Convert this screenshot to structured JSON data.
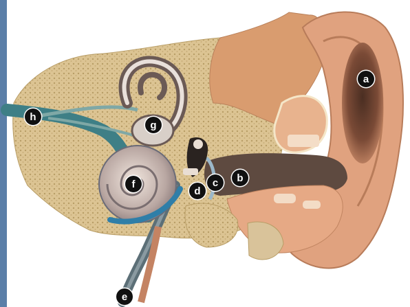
{
  "diagram": {
    "labels": [
      "a",
      "b",
      "c",
      "d",
      "e",
      "f",
      "g",
      "h"
    ]
  },
  "colors": {
    "border_strip": "#5b7fa8",
    "skin": "#e3aa87",
    "bone": "#d9c08e",
    "nerve": "#3e7f86",
    "canal": "#6a5448",
    "marker": "#111111"
  }
}
